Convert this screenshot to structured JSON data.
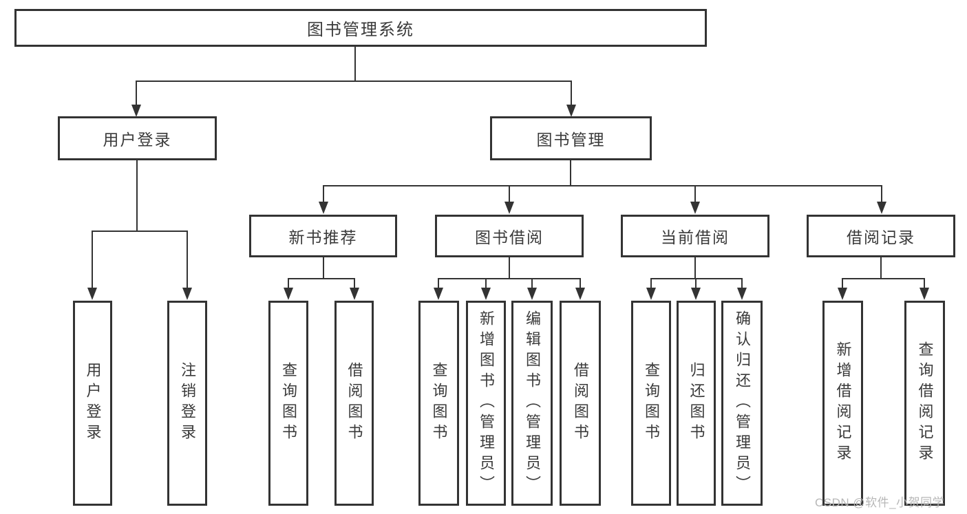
{
  "nodes": {
    "root": "图书管理系统",
    "login_group": "用户登录",
    "mgmt_group": "图书管理",
    "rec_group": "新书推荐",
    "borrow_group": "图书借阅",
    "current_group": "当前借阅",
    "records_group": "借阅记录",
    "user_login": "用户登录",
    "logout": "注销登录",
    "rec_query": "查询图书",
    "rec_borrow": "借阅图书",
    "borrow_query": "查询图书",
    "borrow_add": "新增图书（管理员）",
    "borrow_edit": "编辑图书（管理员）",
    "borrow_do": "借阅图书",
    "current_query": "查询图书",
    "current_return": "归还图书",
    "current_confirm": "确认归还（管理员）",
    "records_add": "新增借阅记录",
    "records_query": "查询借阅记录"
  },
  "hierarchy": {
    "root": "图书管理系统",
    "children": [
      {
        "label": "用户登录",
        "children": [
          "用户登录",
          "注销登录"
        ]
      },
      {
        "label": "图书管理",
        "children": [
          {
            "label": "新书推荐",
            "children": [
              "查询图书",
              "借阅图书"
            ]
          },
          {
            "label": "图书借阅",
            "children": [
              "查询图书",
              "新增图书（管理员）",
              "编辑图书（管理员）",
              "借阅图书"
            ]
          },
          {
            "label": "当前借阅",
            "children": [
              "查询图书",
              "归还图书",
              "确认归还（管理员）"
            ]
          },
          {
            "label": "借阅记录",
            "children": [
              "新增借阅记录",
              "查询借阅记录"
            ]
          }
        ]
      }
    ]
  },
  "watermark": {
    "text": "CSDN @软件_小贺同学"
  },
  "colors": {
    "line": "#333333",
    "border": "#333333",
    "text": "#3a3a3a",
    "box_background": "#ffffff",
    "page_background": "#ffffff",
    "watermark": "#b7b7b7"
  }
}
